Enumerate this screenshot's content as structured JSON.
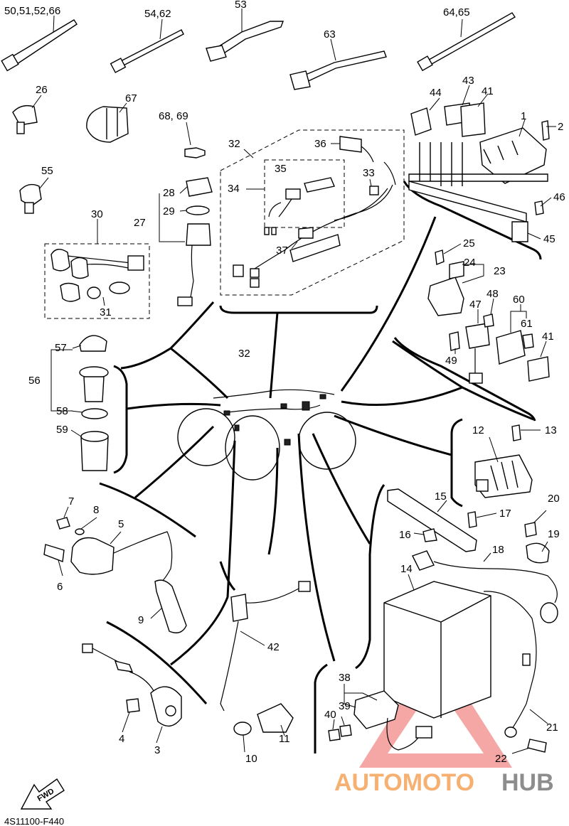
{
  "diagram": {
    "drawing_code": "4S11100-F440",
    "fwd_label": "FWD",
    "watermark": {
      "text_part1": "AUTOMOTO",
      "text_part2": "HUB",
      "color_orange": "#f5a45a",
      "color_gray": "#7a7a7a",
      "color_red": "#e8413c"
    },
    "callouts": {
      "c50": "50,51,52,66",
      "c54": "54,62",
      "c53": "53",
      "c63": "63",
      "c64": "64,65",
      "c26": "26",
      "c67": "67",
      "c68": "68, 69",
      "c32a": "32",
      "c36": "36",
      "c44": "44",
      "c43": "43",
      "c41a": "41",
      "c1": "1",
      "c2": "2",
      "c35": "35",
      "c34": "34",
      "c33": "33",
      "c55": "55",
      "c28": "28",
      "c29": "29",
      "c27": "27",
      "c30": "30",
      "c37": "37",
      "c31": "31",
      "c46": "46",
      "c45": "45",
      "c25": "25",
      "c24": "24",
      "c23": "23",
      "c48": "48",
      "c47": "47",
      "c60": "60",
      "c61": "61",
      "c41b": "41",
      "c49": "49",
      "c57": "57",
      "c56": "56",
      "c32b": "32",
      "c58": "58",
      "c59": "59",
      "c12": "12",
      "c13": "13",
      "c7": "7",
      "c8": "8",
      "c5": "5",
      "c15": "15",
      "c17": "17",
      "c20": "20",
      "c16": "16",
      "c19": "19",
      "c18": "18",
      "c6": "6",
      "c14": "14",
      "c9": "9",
      "c42": "42",
      "c38": "38",
      "c39": "39",
      "c40": "40",
      "c21": "21",
      "c4": "4",
      "c3": "3",
      "c11": "11",
      "c10": "10",
      "c22": "22"
    }
  }
}
